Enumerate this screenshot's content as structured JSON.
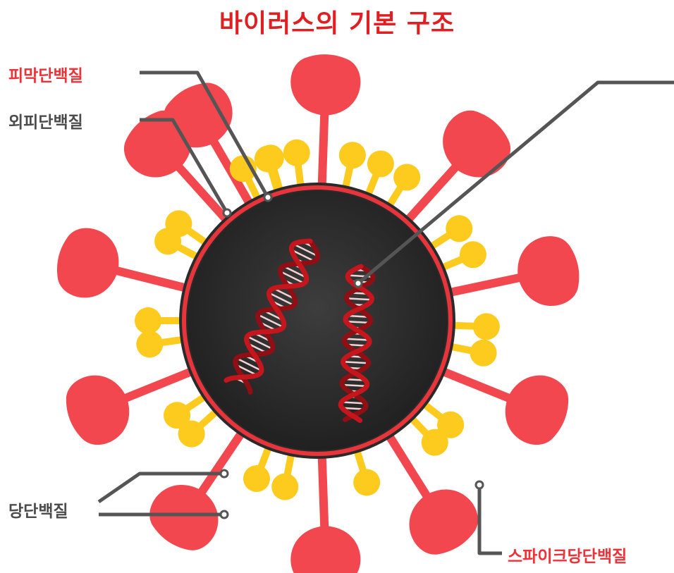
{
  "title": "바이러스의 기본 구조",
  "labels": {
    "envelope_protein": "피막단백질",
    "outer_protein": "외피단백질",
    "glycoprotein": "당단백질",
    "spike_glycoprotein": "스파이크당단백질"
  },
  "colors": {
    "title": "#e01f23",
    "label_red": "#ee3238",
    "label_dark": "#4c4c4c",
    "spike": "#f2474f",
    "knob": "#fccb1d",
    "membrane": "#e8353c",
    "core": "#2b2b2b",
    "leader": "#555555",
    "rna": "#c4161c"
  },
  "icons": {
    "virus": "virus-icon",
    "rna": "rna-helix-icon"
  }
}
